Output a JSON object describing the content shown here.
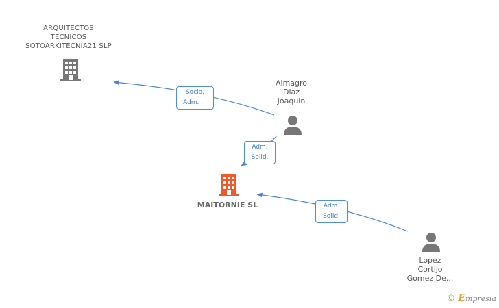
{
  "nodes": {
    "company_top": {
      "lines": [
        "ARQUITECTOS",
        "TECNICOS",
        "SOTOARKITECNIA21 SLP"
      ],
      "icon": "building-icon",
      "icon_color": "#777777"
    },
    "person_almagro": {
      "lines": [
        "Almagro",
        "Diaz",
        "Joaquin"
      ],
      "icon": "person-icon",
      "icon_color": "#777777"
    },
    "company_main": {
      "lines": [
        "MAITORNIE SL"
      ],
      "icon": "building-icon",
      "icon_color": "#f05a28"
    },
    "person_lopez": {
      "lines": [
        "Lopez",
        "Cortijo",
        "Gomez De..."
      ],
      "icon": "person-icon",
      "icon_color": "#777777"
    }
  },
  "relations": [
    {
      "from": "person_almagro",
      "to": "company_top",
      "lines": [
        "Socio,",
        "Adm. ..."
      ]
    },
    {
      "from": "person_almagro",
      "to": "company_main",
      "lines": [
        "Adm.",
        "Solid."
      ]
    },
    {
      "from": "person_lopez",
      "to": "company_main",
      "lines": [
        "Adm.",
        "Solid."
      ]
    }
  ],
  "colors": {
    "edge": "#4a86d6",
    "rel_text": "#3d7cc9"
  },
  "watermark": {
    "copyright": "©",
    "brand_first": "E",
    "brand_rest": "mpresia"
  }
}
